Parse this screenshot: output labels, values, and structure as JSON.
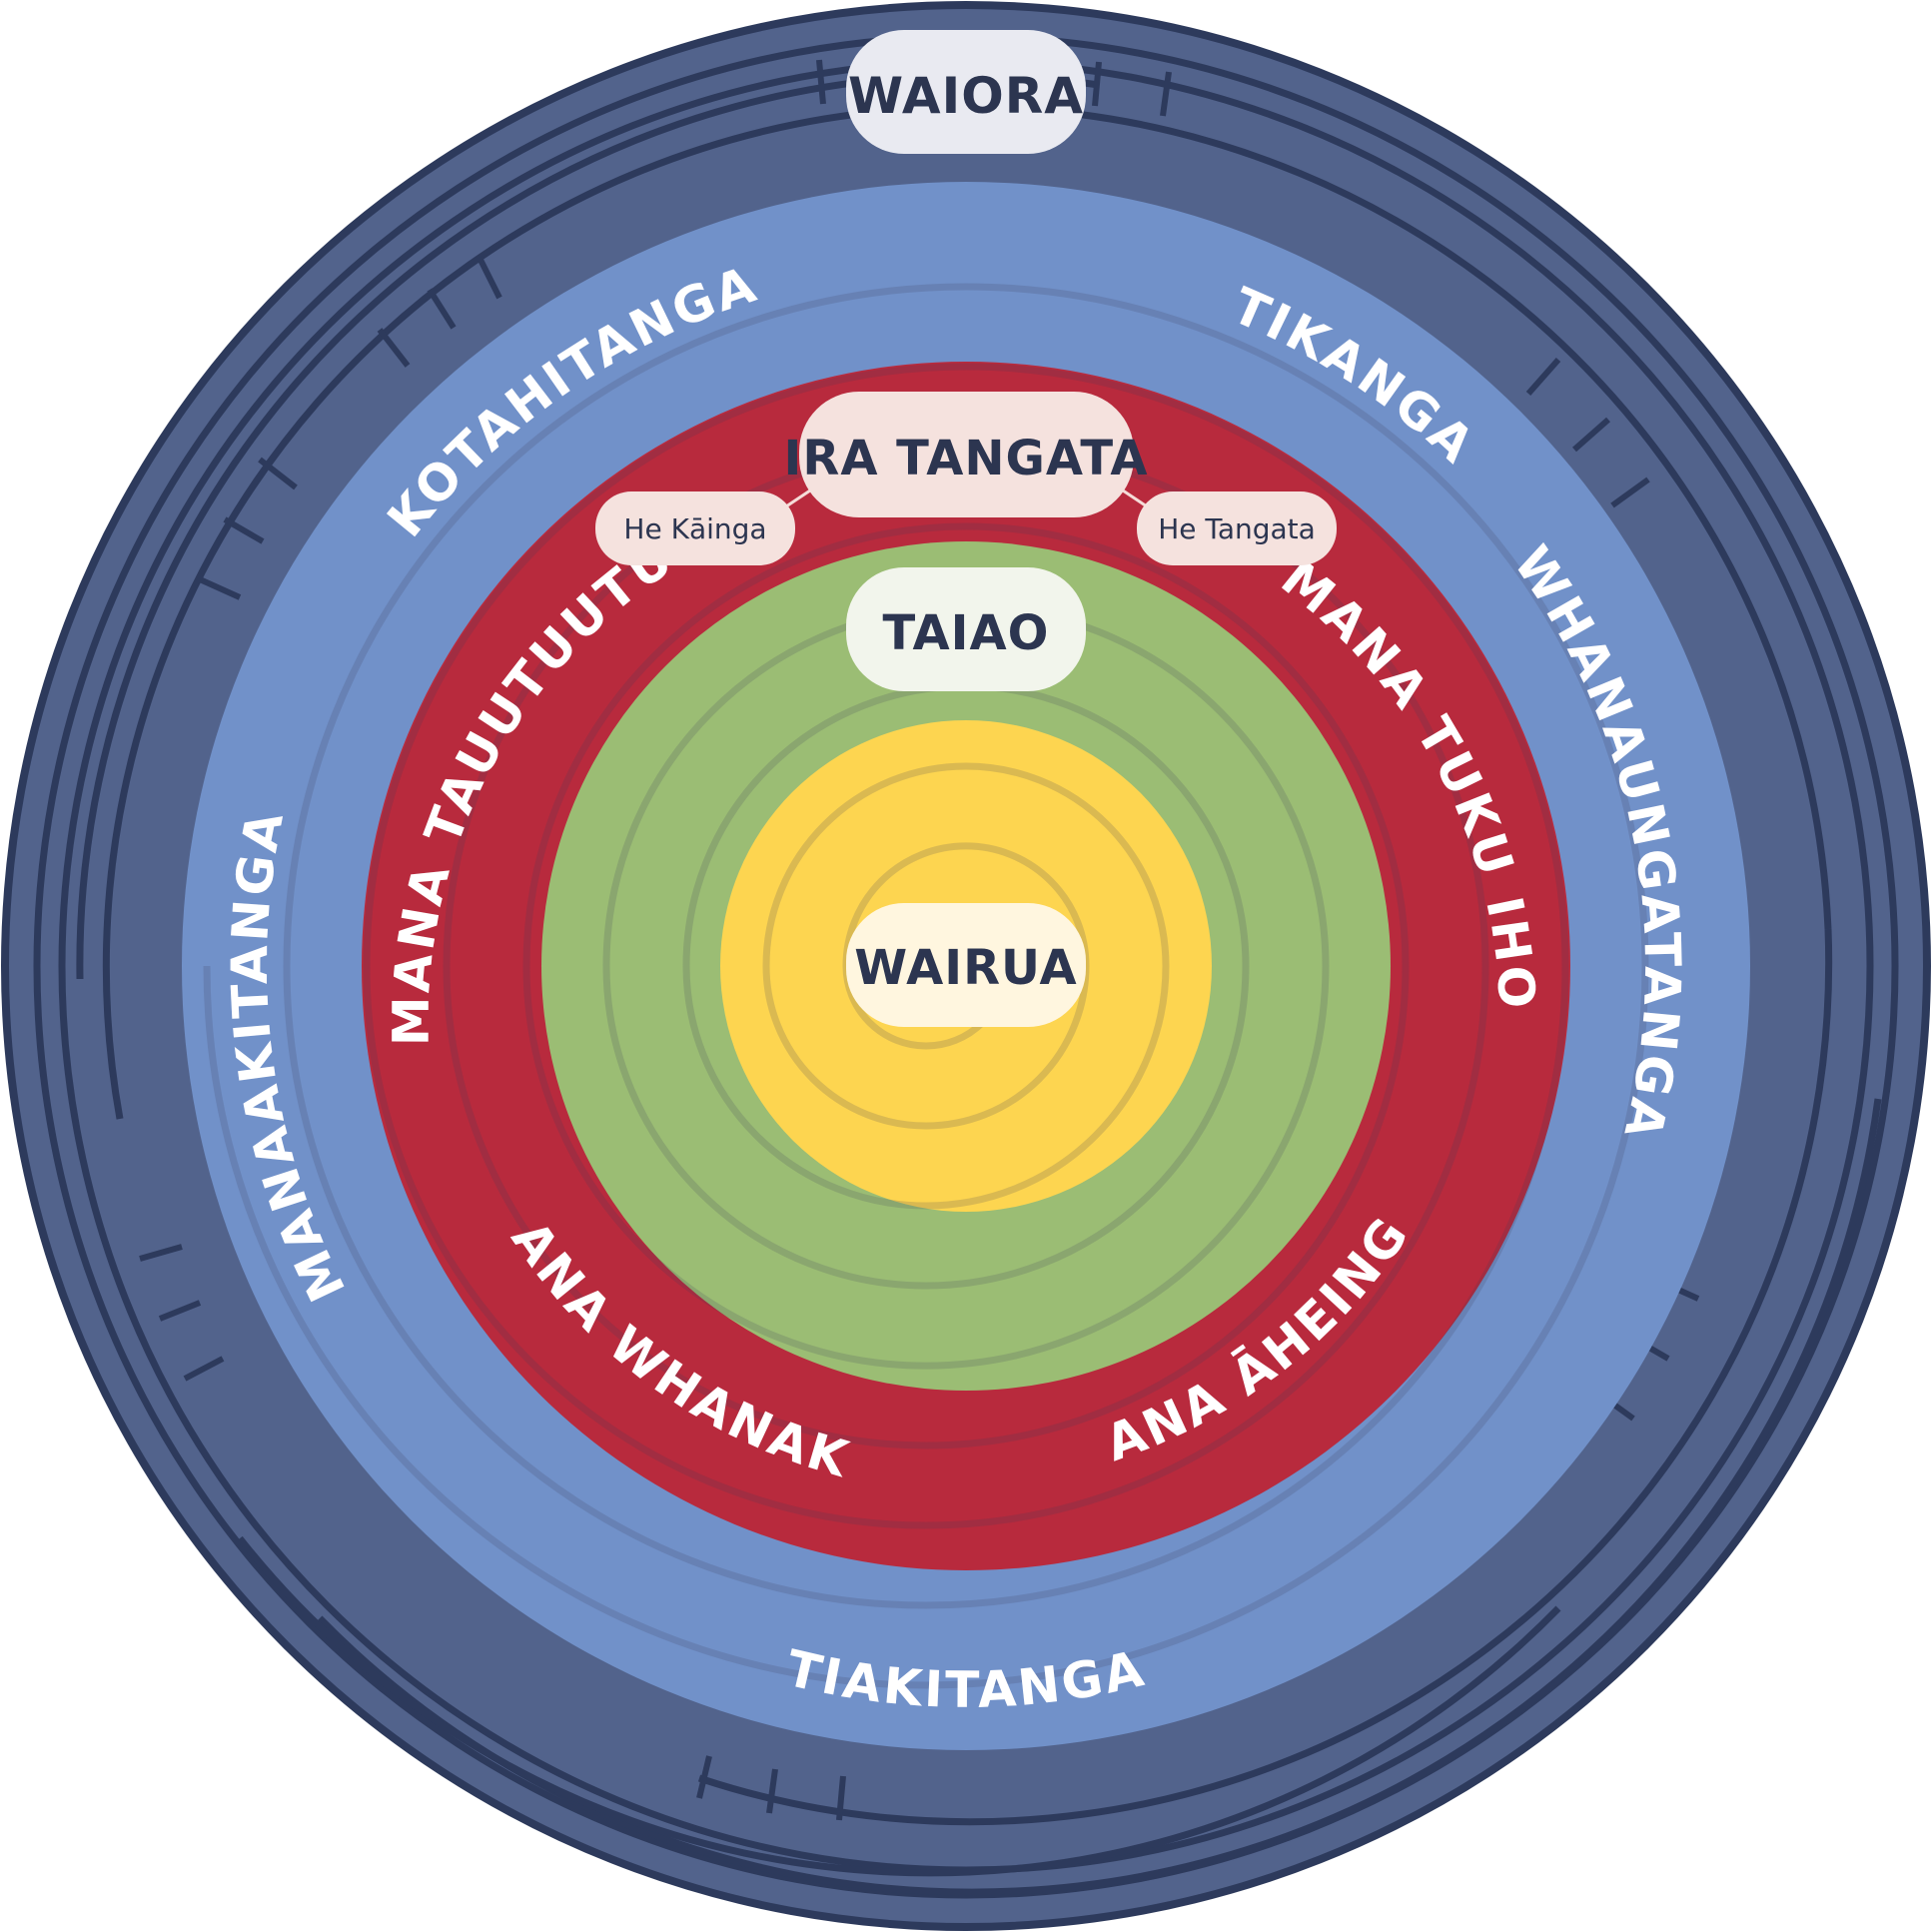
{
  "colors": {
    "outer": "#52638c",
    "outer_lines": "#2d3a5c",
    "values_ring": "#7191c9",
    "mana_ring": "#b82a3d",
    "taiao_ring": "#9bbd74",
    "wairua_core": "#fdd550",
    "pattern": "rgba(60,60,90,0.18)"
  },
  "labels": {
    "waiora": "WAIORA",
    "ira_tangata": "IRA TANGATA",
    "he_kainga": "He Kāinga",
    "he_tangata": "He Tangata",
    "taiao": "TAIAO",
    "wairua": "WAIRUA"
  },
  "values_ring": {
    "kotahitanga": "KOTAHITANGA",
    "tikanga": "TIKANGA",
    "whanaungatanga": "WHANAUNGATANGA",
    "tiakitanga": "TIAKITANGA",
    "manaakitanga": "MANAAKITANGA"
  },
  "mana_ring": {
    "mana_tauututu": "MANA TAUUTUUTU",
    "mana_tuku_iho": "MANA TUKU IHO",
    "mana_aheinga": "MANA ĀHEINGA",
    "mana_whanake": "MANA WHANAKE"
  }
}
